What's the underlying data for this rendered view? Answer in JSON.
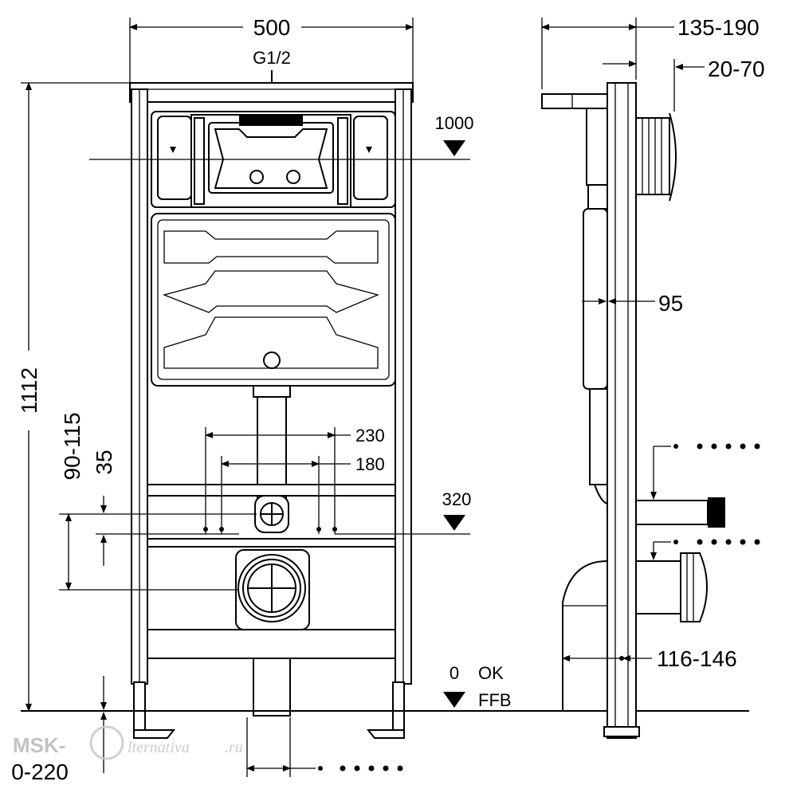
{
  "front_view": {
    "dim_width": "500",
    "connection": "G1/2",
    "dim_height": "1112",
    "dim_90_115": "90-115",
    "dim_35": "35",
    "dim_230": "230",
    "dim_180": "180",
    "level_1000": "1000",
    "level_320": "320",
    "level_0": "0",
    "ok": "OK",
    "ffb": "FFB",
    "dim_0_220": "0-220"
  },
  "side_view": {
    "dim_135_190": "135-190",
    "dim_20_70": "20-70",
    "dim_95": "95",
    "dim_116_146": "116-146"
  },
  "watermark": {
    "brand_prefix": "MSK-",
    "brand_suffix": "lternativa",
    "tld": ".ru"
  }
}
